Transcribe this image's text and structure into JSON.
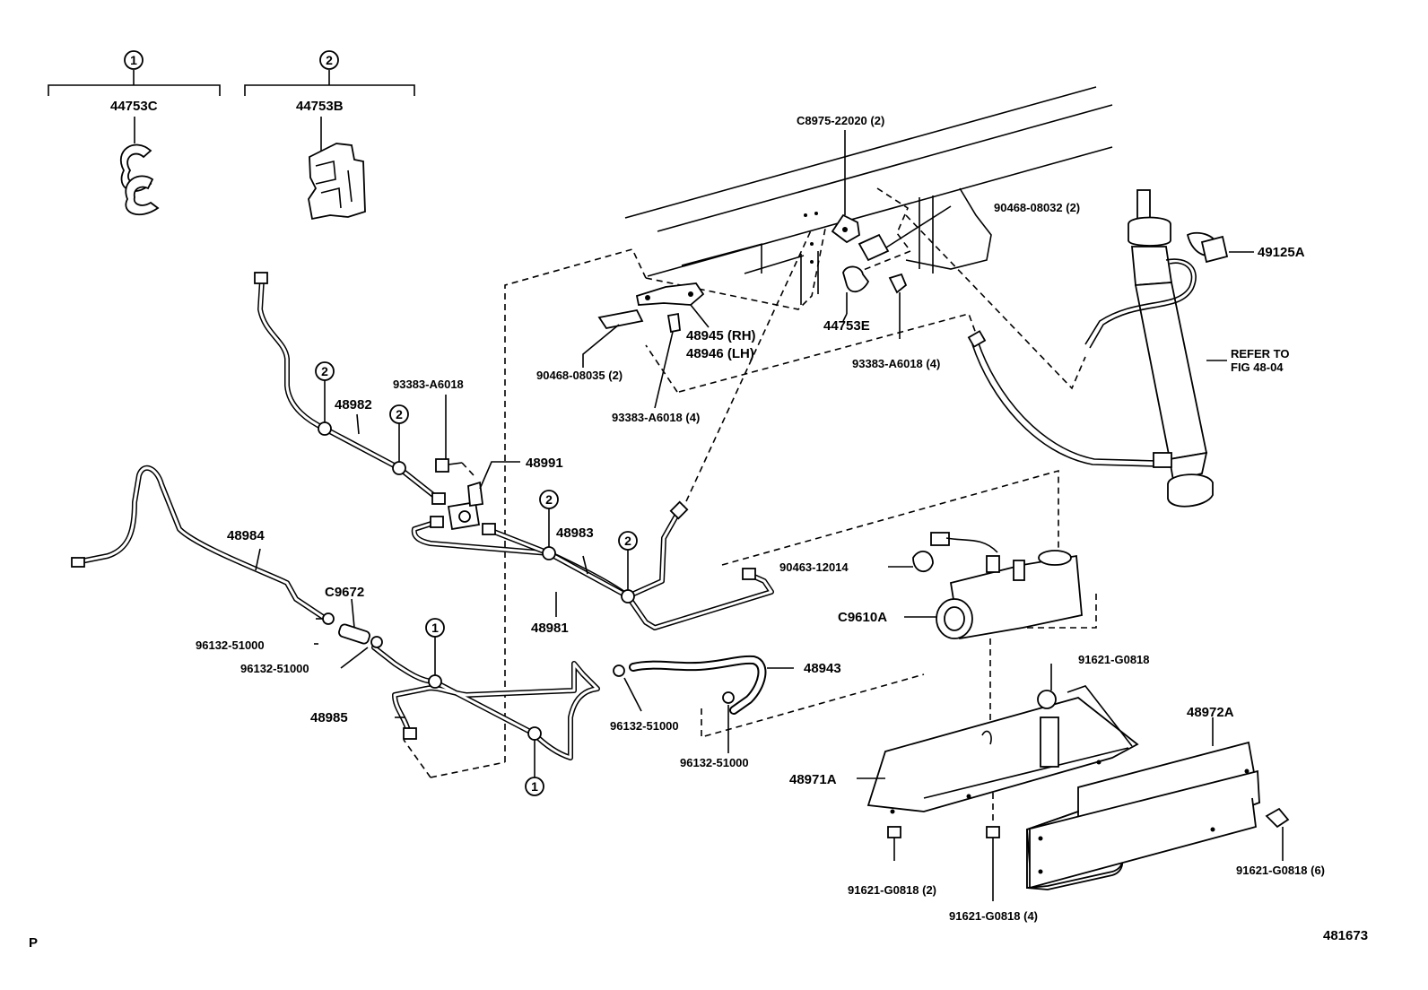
{
  "footer": {
    "left_mark": "P",
    "diagram_id": "481673"
  },
  "groups": [
    {
      "marker": "1",
      "part": "44753C"
    },
    {
      "marker": "2",
      "part": "44753B"
    }
  ],
  "callout_markers": {
    "one": "1",
    "two": "2"
  },
  "labels": {
    "bracket_c8975": "C8975-22020 (2)",
    "screw_90468_08032": "90468-08032 (2)",
    "cushion_49125A": "49125A",
    "clamp_44753E": "44753E",
    "bolt_93383_a6018_4_right": "93383-A6018 (4)",
    "refer_line1": "REFER TO",
    "refer_line2": "FIG 48-04",
    "bracket_48945": "48945 (RH)",
    "bracket_48946": "48946 (LH)",
    "screw_90468_08035": "90468-08035 (2)",
    "bolt_93383_a6018_4_left": "93383-A6018 (4)",
    "bolt_93383_a6018": "93383-A6018",
    "tube_48982": "48982",
    "bracket_48991": "48991",
    "tube_48984": "48984",
    "hose_c9672": "C9672",
    "clip_96132_a": "96132-51000",
    "clip_96132_b": "96132-51000",
    "tube_48983": "48983",
    "tube_48981": "48981",
    "clip_90463_12014": "90463-12014",
    "pump_c9610a": "C9610A",
    "bolt_91621_top": "91621-G0818",
    "hose_48943": "48943",
    "tube_48985": "48985",
    "clip_96132_c": "96132-51000",
    "clip_96132_d": "96132-51000",
    "cover_48972a": "48972A",
    "bracket_48971a": "48971A",
    "bolt_91621_2": "91621-G0818 (2)",
    "bolt_91621_4": "91621-G0818 (4)",
    "bolt_91621_6": "91621-G0818 (6)"
  }
}
